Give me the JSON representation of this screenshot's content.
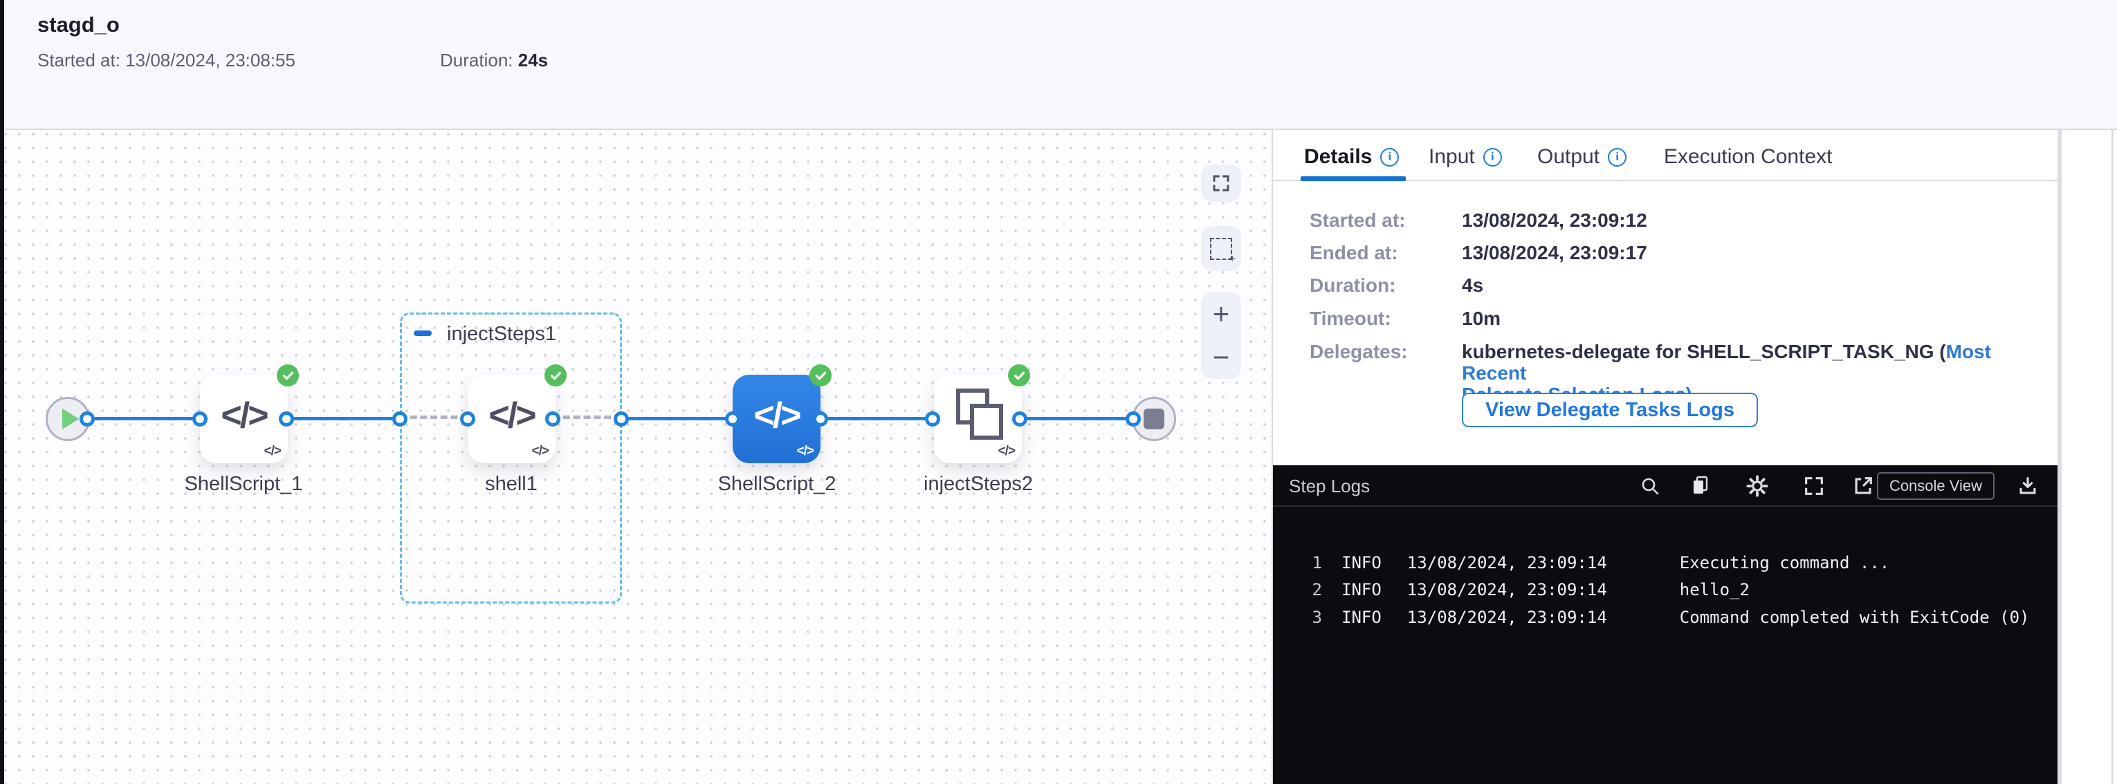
{
  "header": {
    "title": "stagd_o",
    "started_text": "Started at: 13/08/2024, 23:08:55",
    "duration_label": "Duration: ",
    "duration_value": "24s"
  },
  "canvas": {
    "group1_label": "injectSteps1",
    "nodes": [
      {
        "label": "ShellScript_1"
      },
      {
        "label": "shell1"
      },
      {
        "label": "ShellScript_2"
      },
      {
        "label": "injectSteps2"
      }
    ],
    "code_icon": "</>",
    "code_icon_small": "</>",
    "zoom_in": "+",
    "zoom_out": "−"
  },
  "panel": {
    "tabs": [
      {
        "label": "Details"
      },
      {
        "label": "Input"
      },
      {
        "label": "Output"
      },
      {
        "label": "Execution Context"
      }
    ],
    "details": {
      "rows": [
        {
          "label": "Started at:",
          "value": "13/08/2024, 23:09:12"
        },
        {
          "label": "Ended at:",
          "value": "13/08/2024, 23:09:17"
        },
        {
          "label": "Duration:",
          "value": "4s"
        },
        {
          "label": "Timeout:",
          "value": "10m"
        }
      ],
      "delegates_label": "Delegates:",
      "delegates_prefix": "kubernetes-delegate for SHELL_SCRIPT_TASK_NG (",
      "delegates_link_line1": "Most Recent",
      "delegates_link_line2": "Delegate Selection Logs",
      "delegates_suffix": ")",
      "view_logs_button": "View Delegate Tasks Logs"
    }
  },
  "logs": {
    "title": "Step Logs",
    "console_view_button": "Console View",
    "lines": [
      {
        "num": "1",
        "level": "INFO",
        "time": "13/08/2024, 23:09:14",
        "message": "Executing command ..."
      },
      {
        "num": "2",
        "level": "INFO",
        "time": "13/08/2024, 23:09:14",
        "message": "hello_2"
      },
      {
        "num": "3",
        "level": "INFO",
        "time": "13/08/2024, 23:09:14",
        "message": "Command completed with ExitCode (0)"
      }
    ]
  },
  "colors": {
    "accent_blue": "#1f82dd",
    "success_green": "#55bf5e",
    "link_blue": "#2e7ad5",
    "log_bg": "#0b0c10",
    "dashed_group_blue": "#66baef"
  }
}
